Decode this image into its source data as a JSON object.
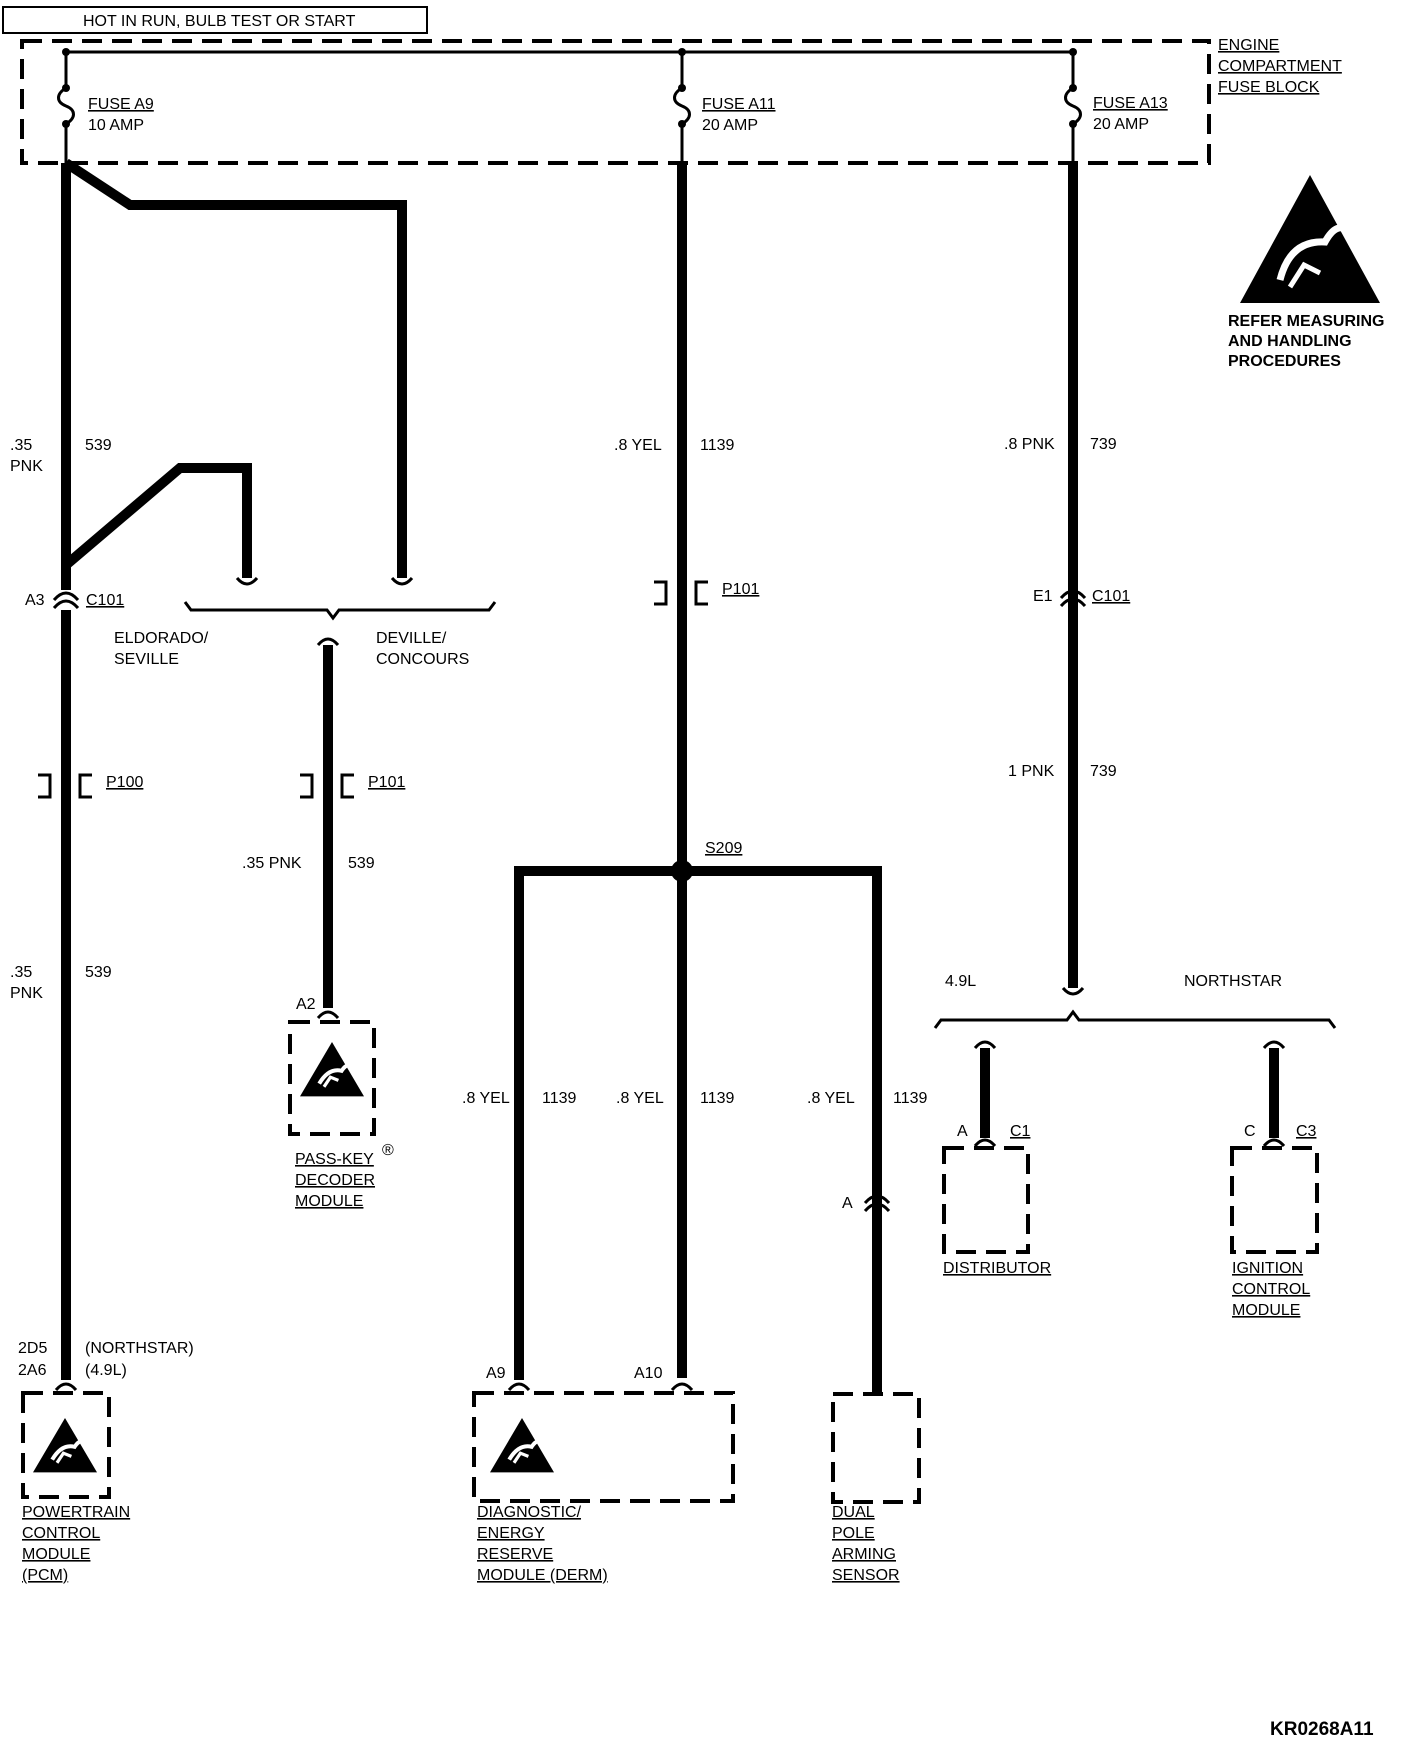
{
  "header": {
    "power_label": "HOT IN RUN,  BULB TEST OR START"
  },
  "fuse_block": {
    "label_lines": [
      "ENGINE",
      "COMPARTMENT",
      "FUSE BLOCK"
    ]
  },
  "fuses": [
    {
      "name": "FUSE A9",
      "rating": "10 AMP"
    },
    {
      "name": "FUSE A11",
      "rating": "20 AMP"
    },
    {
      "name": "FUSE A13",
      "rating": "20 AMP"
    }
  ],
  "esd_note": {
    "lines": [
      "REFER MEASURING",
      "AND HANDLING",
      "PROCEDURES"
    ]
  },
  "wires": {
    "a9_upper": {
      "gauge_lines": [
        ".35",
        "PNK"
      ],
      "circuit": "539"
    },
    "a9_lower": {
      "gauge_lines": [
        ".35",
        "PNK"
      ],
      "circuit": "539"
    },
    "passkey": {
      "gauge": ".35 PNK",
      "circuit": "539"
    },
    "a11_upper": {
      "gauge": ".8 YEL",
      "circuit": "1139"
    },
    "derm_a9": {
      "gauge": ".8 YEL",
      "circuit": "1139"
    },
    "derm_a10": {
      "gauge": ".8 YEL",
      "circuit": "1139"
    },
    "sensor": {
      "gauge": ".8 YEL",
      "circuit": "1139"
    },
    "a13_upper": {
      "gauge": ".8 PNK",
      "circuit": "739"
    },
    "a13_lower": {
      "gauge": "1 PNK",
      "circuit": "739"
    }
  },
  "connectors": {
    "c101_left": {
      "pin": "A3",
      "name": "C101"
    },
    "c101_right": {
      "pin": "E1",
      "name": "C101"
    },
    "p100": {
      "name": "P100"
    },
    "p101_passkey": {
      "name": "P101"
    },
    "p101_mid": {
      "name": "P101"
    },
    "splice": {
      "name": "S209"
    }
  },
  "options": {
    "eldorado_lines": [
      "ELDORADO/",
      "SEVILLE"
    ],
    "deville_lines": [
      "DEVILLE/",
      "CONCOURS"
    ],
    "engine_49": "4.9L",
    "engine_northstar": "NORTHSTAR"
  },
  "components": {
    "pcm": {
      "pin_lines": [
        "2D5",
        "2A6"
      ],
      "note_lines": [
        "(NORTHSTAR)",
        "(4.9L)"
      ],
      "label_lines": [
        "POWERTRAIN",
        "CONTROL",
        "MODULE",
        "(PCM)"
      ]
    },
    "passkey": {
      "pin": "A2",
      "label_lines": [
        "PASS-KEY",
        "DECODER",
        "MODULE"
      ],
      "registered": "®"
    },
    "derm": {
      "pins": [
        "A9",
        "A10"
      ],
      "label_lines": [
        "DIAGNOSTIC/",
        "ENERGY",
        "RESERVE",
        "MODULE (DERM)"
      ]
    },
    "sensor": {
      "pin": "A",
      "label_lines": [
        "DUAL",
        "POLE",
        "ARMING",
        "SENSOR"
      ]
    },
    "distributor": {
      "pin": "A",
      "connector": "C1",
      "label": "DISTRIBUTOR"
    },
    "icm": {
      "pin": "C",
      "connector": "C3",
      "label_lines": [
        "IGNITION",
        "CONTROL",
        "MODULE"
      ]
    }
  },
  "footer": {
    "code": "KR0268A11"
  }
}
